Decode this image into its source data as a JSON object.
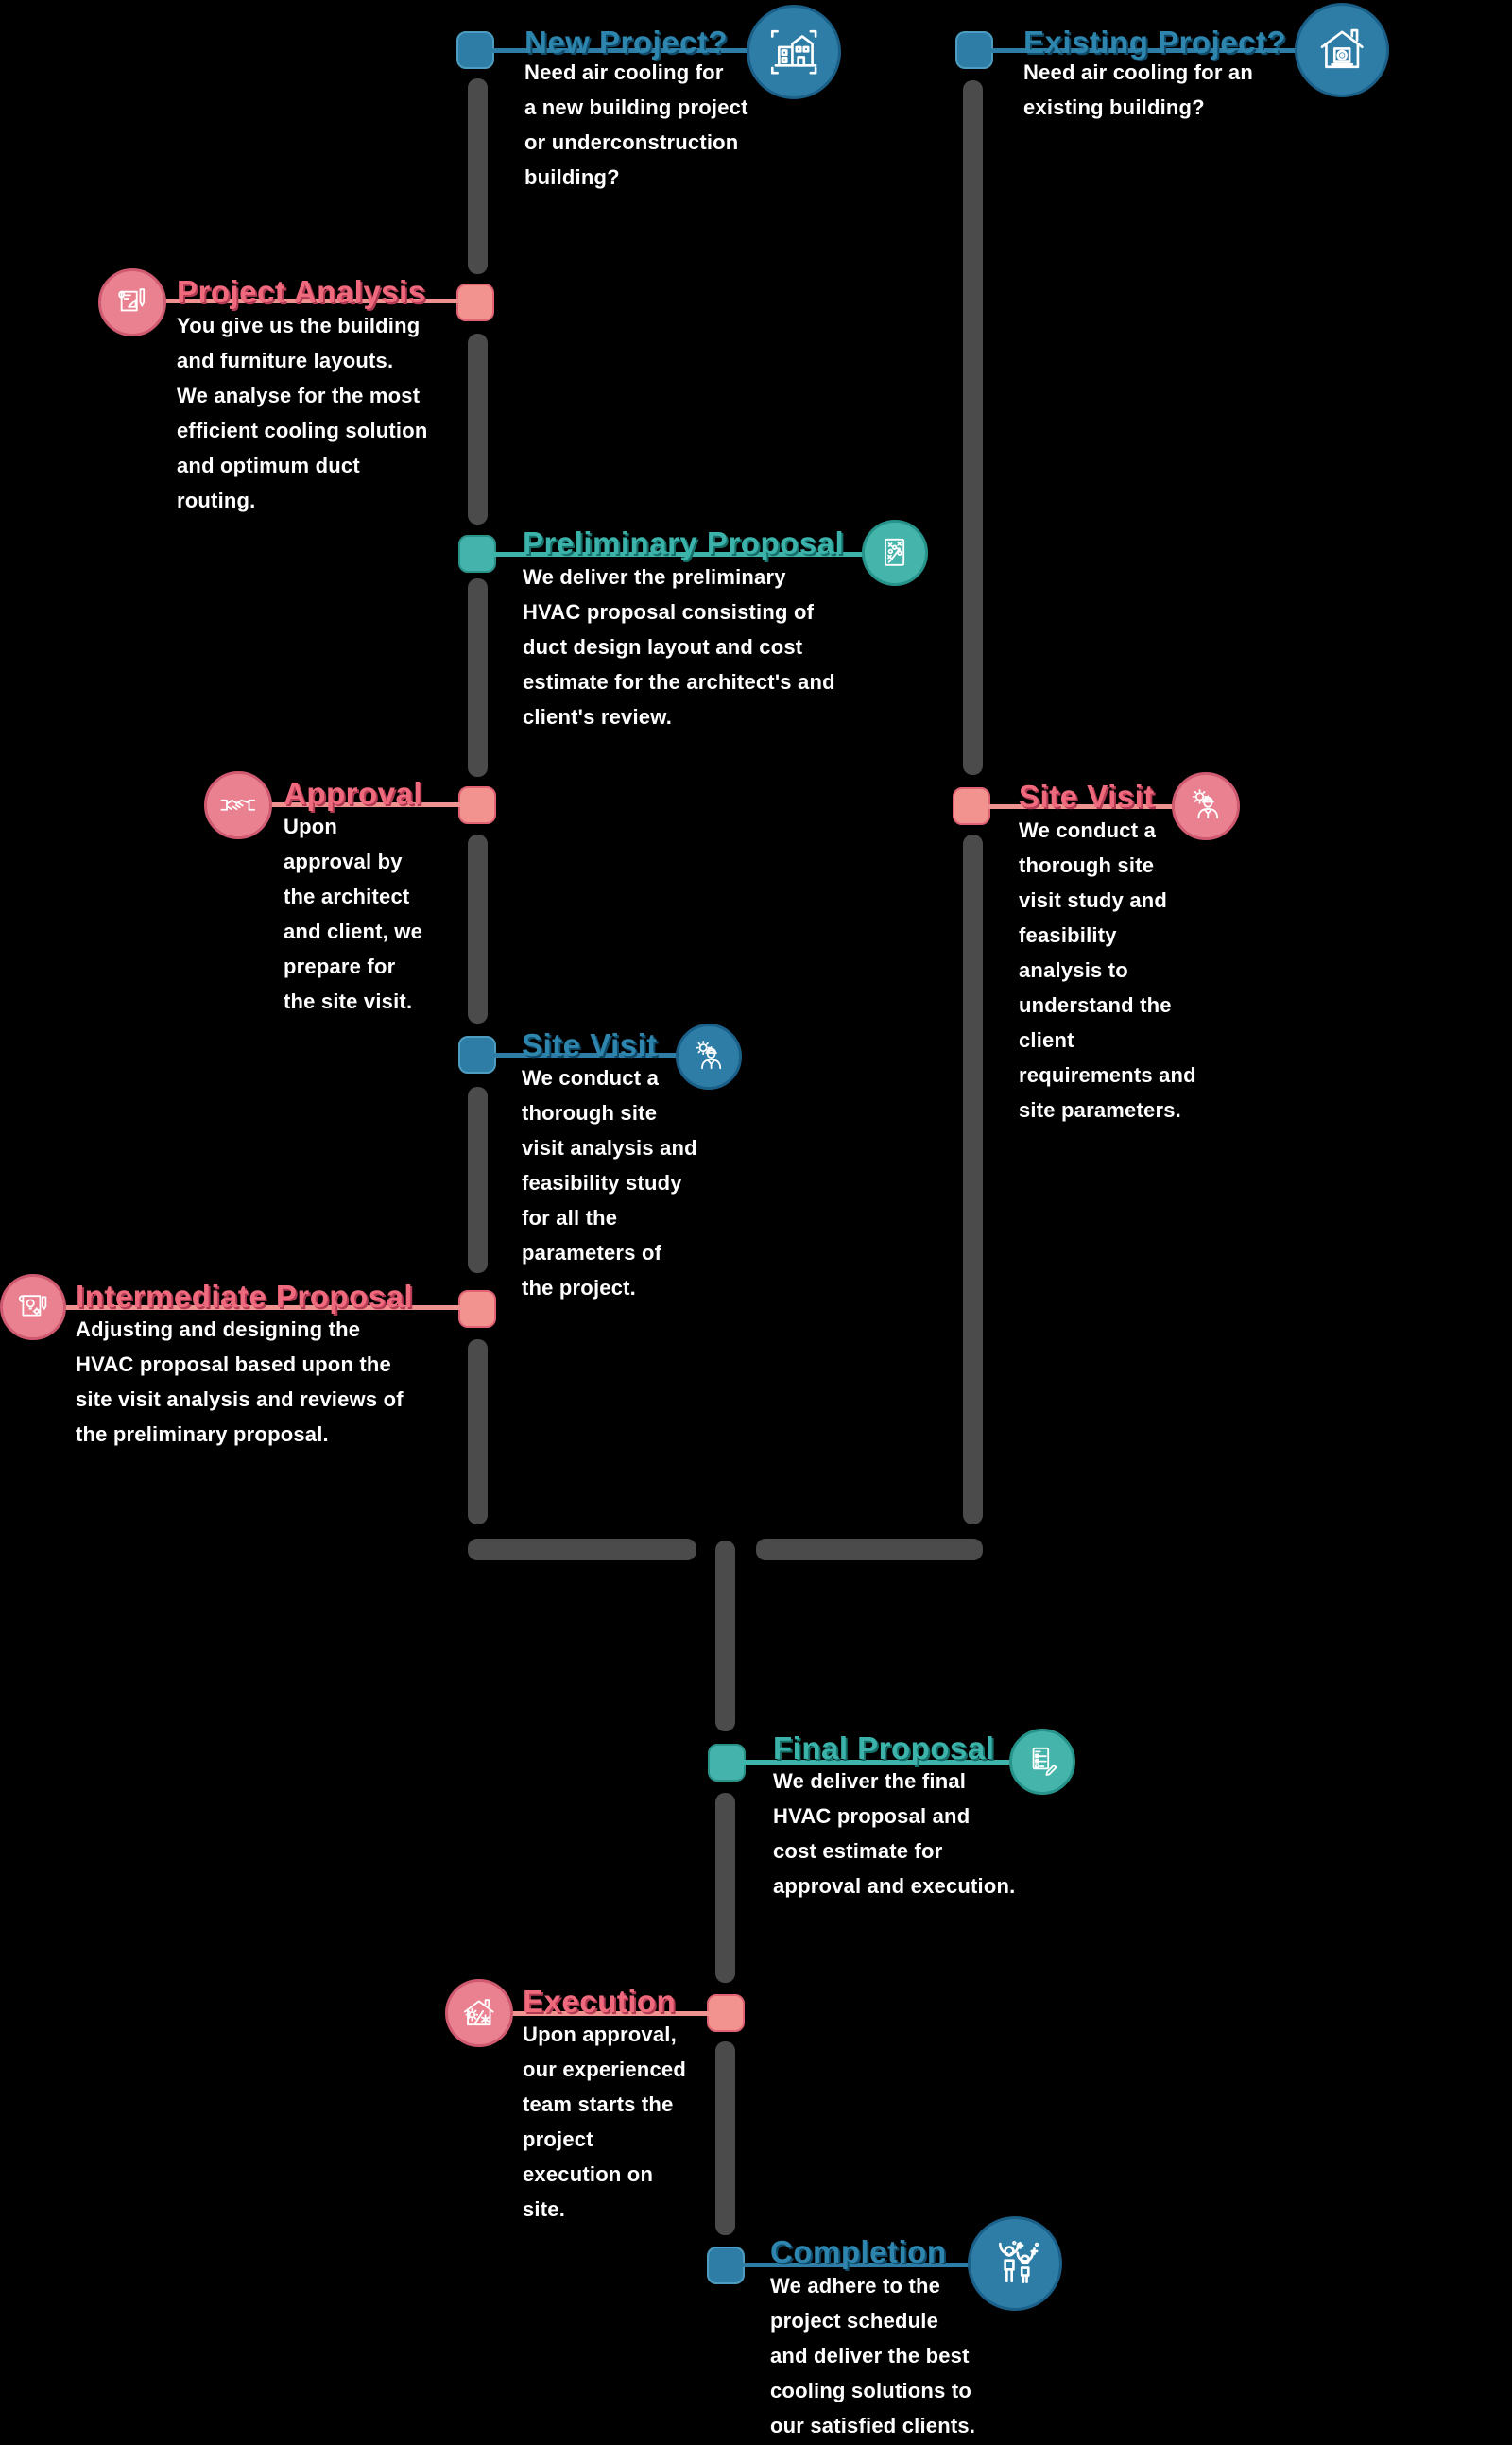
{
  "figure": {
    "background": "#000000",
    "rail_color": "#4B4B4B"
  },
  "colors": {
    "blue": "#2D7DA6",
    "pink": "#EF8A8E",
    "teal": "#3FB3AA",
    "title_blue": "#2E85AD",
    "title_pink": "#F06A7E",
    "title_teal": "#3BB3AA",
    "body_text": "#FFFFFF"
  },
  "items": [
    {
      "id": "new-project",
      "accent": "blue",
      "icon": "building-blueprint-icon",
      "title": "New Project?",
      "body": "Need air cooling for\na new building project\nor underconstruction\nbuilding?"
    },
    {
      "id": "existing-project",
      "accent": "blue",
      "icon": "house-ac-icon",
      "title": "Existing Project?",
      "body": "Need air cooling for an\nexisting building?"
    },
    {
      "id": "project-analysis",
      "accent": "pink",
      "icon": "blueprint-tools-icon",
      "title": "Project Analysis",
      "body": "You give us the building\nand furniture layouts.\nWe analyse for the most\nefficient cooling solution\nand optimum duct\nrouting."
    },
    {
      "id": "preliminary-proposal",
      "accent": "teal",
      "icon": "strategy-plan-icon",
      "title": "Preliminary Proposal",
      "body": "We deliver the preliminary\nHVAC proposal consisting of\nduct design layout and cost\nestimate for the architect's and\nclient's review."
    },
    {
      "id": "approval",
      "accent": "pink",
      "icon": "handshake-icon",
      "title": "Approval",
      "body": "Upon\napproval by\nthe architect\nand client, we\nprepare for\nthe site visit."
    },
    {
      "id": "site-visit-existing",
      "accent": "pink",
      "icon": "site-engineer-icon",
      "title": "Site Visit",
      "body": "We conduct a\nthorough site\nvisit study and\nfeasibility\nanalysis to\nunderstand the\nclient\nrequirements and\nsite parameters."
    },
    {
      "id": "site-visit-new",
      "accent": "blue",
      "icon": "site-engineer-icon",
      "title": "Site Visit",
      "body": "We conduct a\nthorough site\nvisit analysis and\nfeasibility study\nfor all the\nparameters of\nthe project."
    },
    {
      "id": "intermediate-proposal",
      "accent": "pink",
      "icon": "scroll-idea-icon",
      "title": "Intermediate Proposal",
      "body": "Adjusting and designing the\nHVAC proposal based upon the\nsite visit analysis and reviews of\nthe preliminary proposal."
    },
    {
      "id": "final-proposal",
      "accent": "teal",
      "icon": "checklist-signature-icon",
      "title": "Final Proposal",
      "body": "We deliver the final\nHVAC proposal and\ncost estimate for\napproval and execution."
    },
    {
      "id": "execution",
      "accent": "pink",
      "icon": "house-hvac-icon",
      "title": "Execution",
      "body": "Upon approval,\nour experienced\nteam starts the\nproject\nexecution on\nsite."
    },
    {
      "id": "completion",
      "accent": "blue",
      "icon": "celebration-icon",
      "title": "Completion",
      "body": "We adhere to the\nproject schedule\nand deliver the best\ncooling solutions to\nour satisfied clients."
    }
  ]
}
